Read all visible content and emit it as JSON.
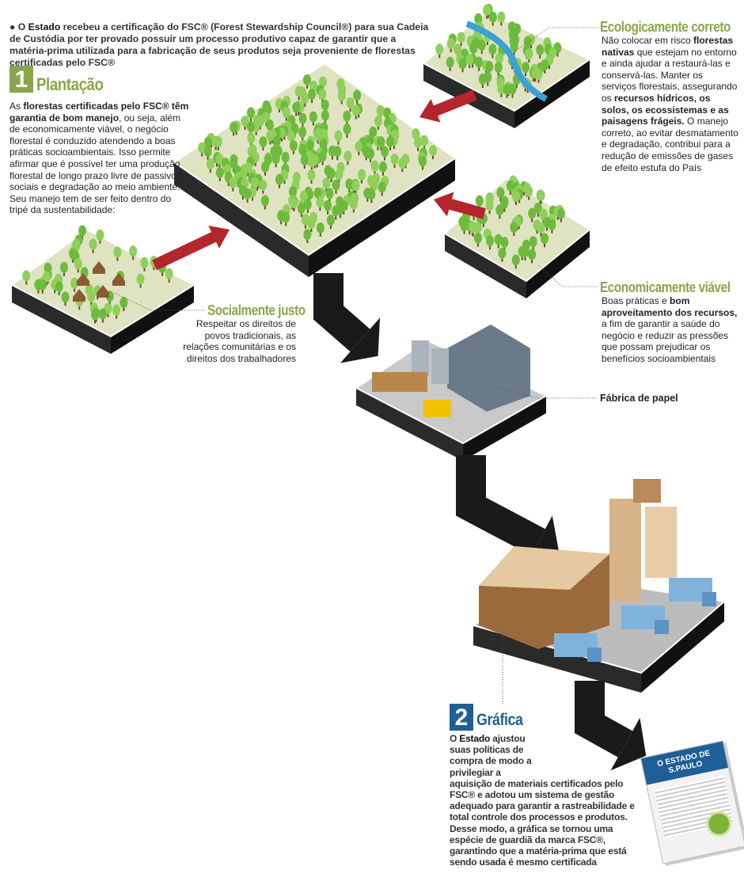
{
  "intro": {
    "bullet": "● O ",
    "bold": "Estado",
    "rest": " recebeu a certificação do FSC® (Forest Stewardship Council®) para sua Cadeia de Custódia por ter provado possuir um processo produtivo capaz de garantir que a matéria-prima utilizada para a fabricação de seus produtos seja proveniente de florestas certificadas pelo FSC®"
  },
  "plantacao": {
    "number": "1",
    "title": "Plantação",
    "segments": [
      "As ",
      "florestas certificadas pelo FSC® têm garantia de bom manejo",
      ", ou seja, além de economicamente viável, o negócio florestal é conduzido atendendo a boas práticas socioambientais. Isso permite afirmar que é possível ter uma produção florestal de longo prazo livre de passivos sociais e degradação ao meio ambiente. Seu manejo tem de ser feito dentro do tripé da sustentabilidade:"
    ]
  },
  "ecologico": {
    "title": "Ecologicamente correto",
    "segments": [
      "Não colocar em risco ",
      "florestas nativas",
      " que estejam no entorno e ainda ajudar a restaurá-las e conservá-las. Manter os serviços florestais, assegurando os ",
      "recursos hídricos, os solos, os ecossistemas e as paisagens frágeis.",
      " O manejo correto, ao evitar desmatamento e degradação, contribui para a redução de emissões de gases de efeito estufa do País"
    ]
  },
  "economico": {
    "title": "Economicamente viável",
    "segments": [
      "Boas práticas e ",
      "bom aproveitamento dos recursos,",
      " a fim de garantir a saúde do negócio e reduzir as pressões que possam prejudicar os benefícios socioambientais"
    ]
  },
  "social": {
    "title": "Socialmente justo",
    "text": "Respeitar os direitos de povos tradicionais, as relações comunitárias e os direitos dos trabalhadores"
  },
  "fabrica": {
    "label": "Fábrica de papel"
  },
  "grafica": {
    "number": "2",
    "title": "Gráfica",
    "segments": [
      "O ",
      "Estado",
      " ajustou suas políticas de compra de modo a privilegiar a aquisição de materiais certificados pelo FSC® e adotou um sistema de gestão adequado para garantir a rastreabilidade e total controle dos processos e produtos. Desse modo, a gráfica se tornou uma espécie de guardiã da marca FSC®, garantindo que a matéria-prima que está sendo usada é mesmo certificada"
    ]
  },
  "newspaper": {
    "masthead": "O ESTADO DE S.PAULO"
  },
  "colors": {
    "green": "#8aa64a",
    "blue": "#1f5e96",
    "red": "#b3262b",
    "ground": "#dfe3c2",
    "side": "#1a1a1a"
  }
}
